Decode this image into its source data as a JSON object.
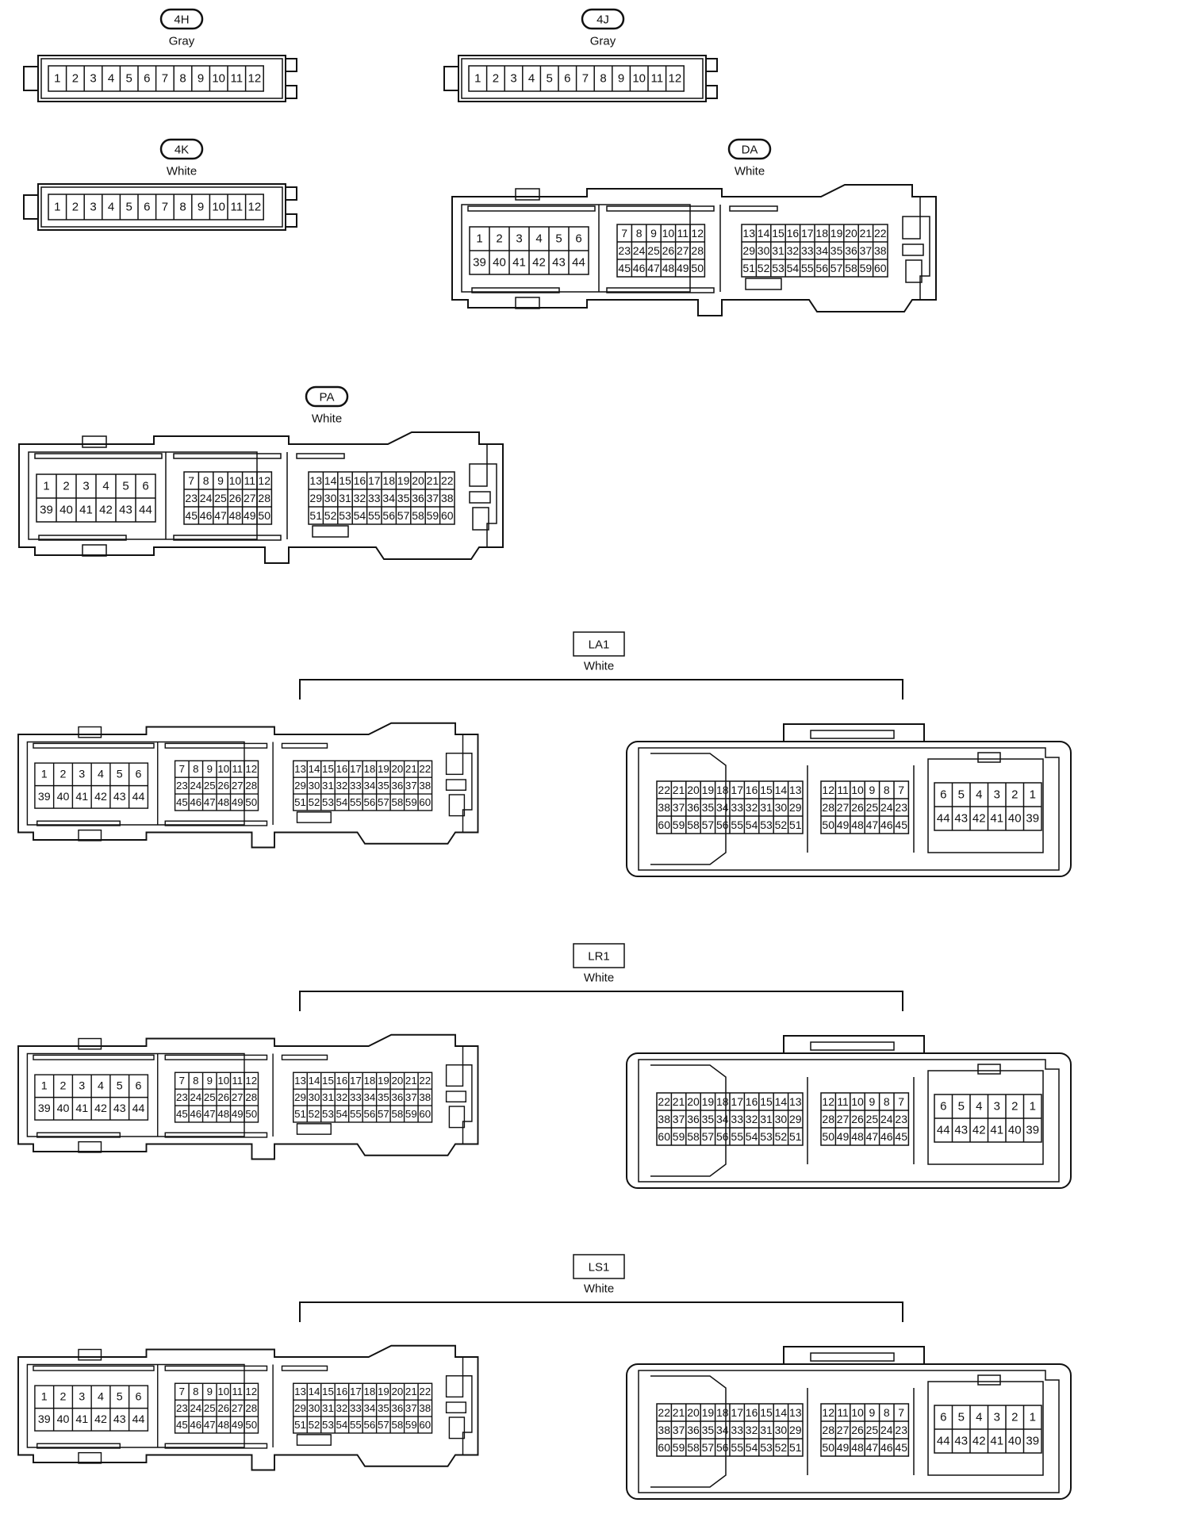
{
  "connectors": {
    "c4H": {
      "code": "4H",
      "color": "Gray",
      "pins": [
        "1",
        "2",
        "3",
        "4",
        "5",
        "6",
        "7",
        "8",
        "9",
        "10",
        "11",
        "12"
      ]
    },
    "c4J": {
      "code": "4J",
      "color": "Gray",
      "pins": [
        "1",
        "2",
        "3",
        "4",
        "5",
        "6",
        "7",
        "8",
        "9",
        "10",
        "11",
        "12"
      ]
    },
    "c4K": {
      "code": "4K",
      "color": "White",
      "pins": [
        "1",
        "2",
        "3",
        "4",
        "5",
        "6",
        "7",
        "8",
        "9",
        "10",
        "11",
        "12"
      ]
    },
    "DA": {
      "code": "DA",
      "color": "White"
    },
    "PA": {
      "code": "PA",
      "color": "White"
    },
    "LA1": {
      "code": "LA1",
      "color": "White"
    },
    "LR1": {
      "code": "LR1",
      "color": "White"
    },
    "LS1": {
      "code": "LS1",
      "color": "White"
    }
  },
  "ecu_male": {
    "block_a": [
      [
        "1",
        "2",
        "3",
        "4",
        "5",
        "6"
      ],
      [
        "39",
        "40",
        "41",
        "42",
        "43",
        "44"
      ]
    ],
    "block_b": [
      [
        "7",
        "8",
        "9",
        "10",
        "11",
        "12"
      ],
      [
        "23",
        "24",
        "25",
        "26",
        "27",
        "28"
      ],
      [
        "45",
        "46",
        "47",
        "48",
        "49",
        "50"
      ]
    ],
    "block_c": [
      [
        "13",
        "14",
        "15",
        "16",
        "17",
        "18",
        "19",
        "20",
        "21",
        "22"
      ],
      [
        "29",
        "30",
        "31",
        "32",
        "33",
        "34",
        "35",
        "36",
        "37",
        "38"
      ],
      [
        "51",
        "52",
        "53",
        "54",
        "55",
        "56",
        "57",
        "58",
        "59",
        "60"
      ]
    ]
  },
  "ecu_female": {
    "block_c": [
      [
        "22",
        "21",
        "20",
        "19",
        "18",
        "17",
        "16",
        "15",
        "14",
        "13"
      ],
      [
        "38",
        "37",
        "36",
        "35",
        "34",
        "33",
        "32",
        "31",
        "30",
        "29"
      ],
      [
        "60",
        "59",
        "58",
        "57",
        "56",
        "55",
        "54",
        "53",
        "52",
        "51"
      ]
    ],
    "block_b": [
      [
        "12",
        "11",
        "10",
        "9",
        "8",
        "7"
      ],
      [
        "28",
        "27",
        "26",
        "25",
        "24",
        "23"
      ],
      [
        "50",
        "49",
        "48",
        "47",
        "46",
        "45"
      ]
    ],
    "block_a": [
      [
        "6",
        "5",
        "4",
        "3",
        "2",
        "1"
      ],
      [
        "44",
        "43",
        "42",
        "41",
        "40",
        "39"
      ]
    ]
  }
}
